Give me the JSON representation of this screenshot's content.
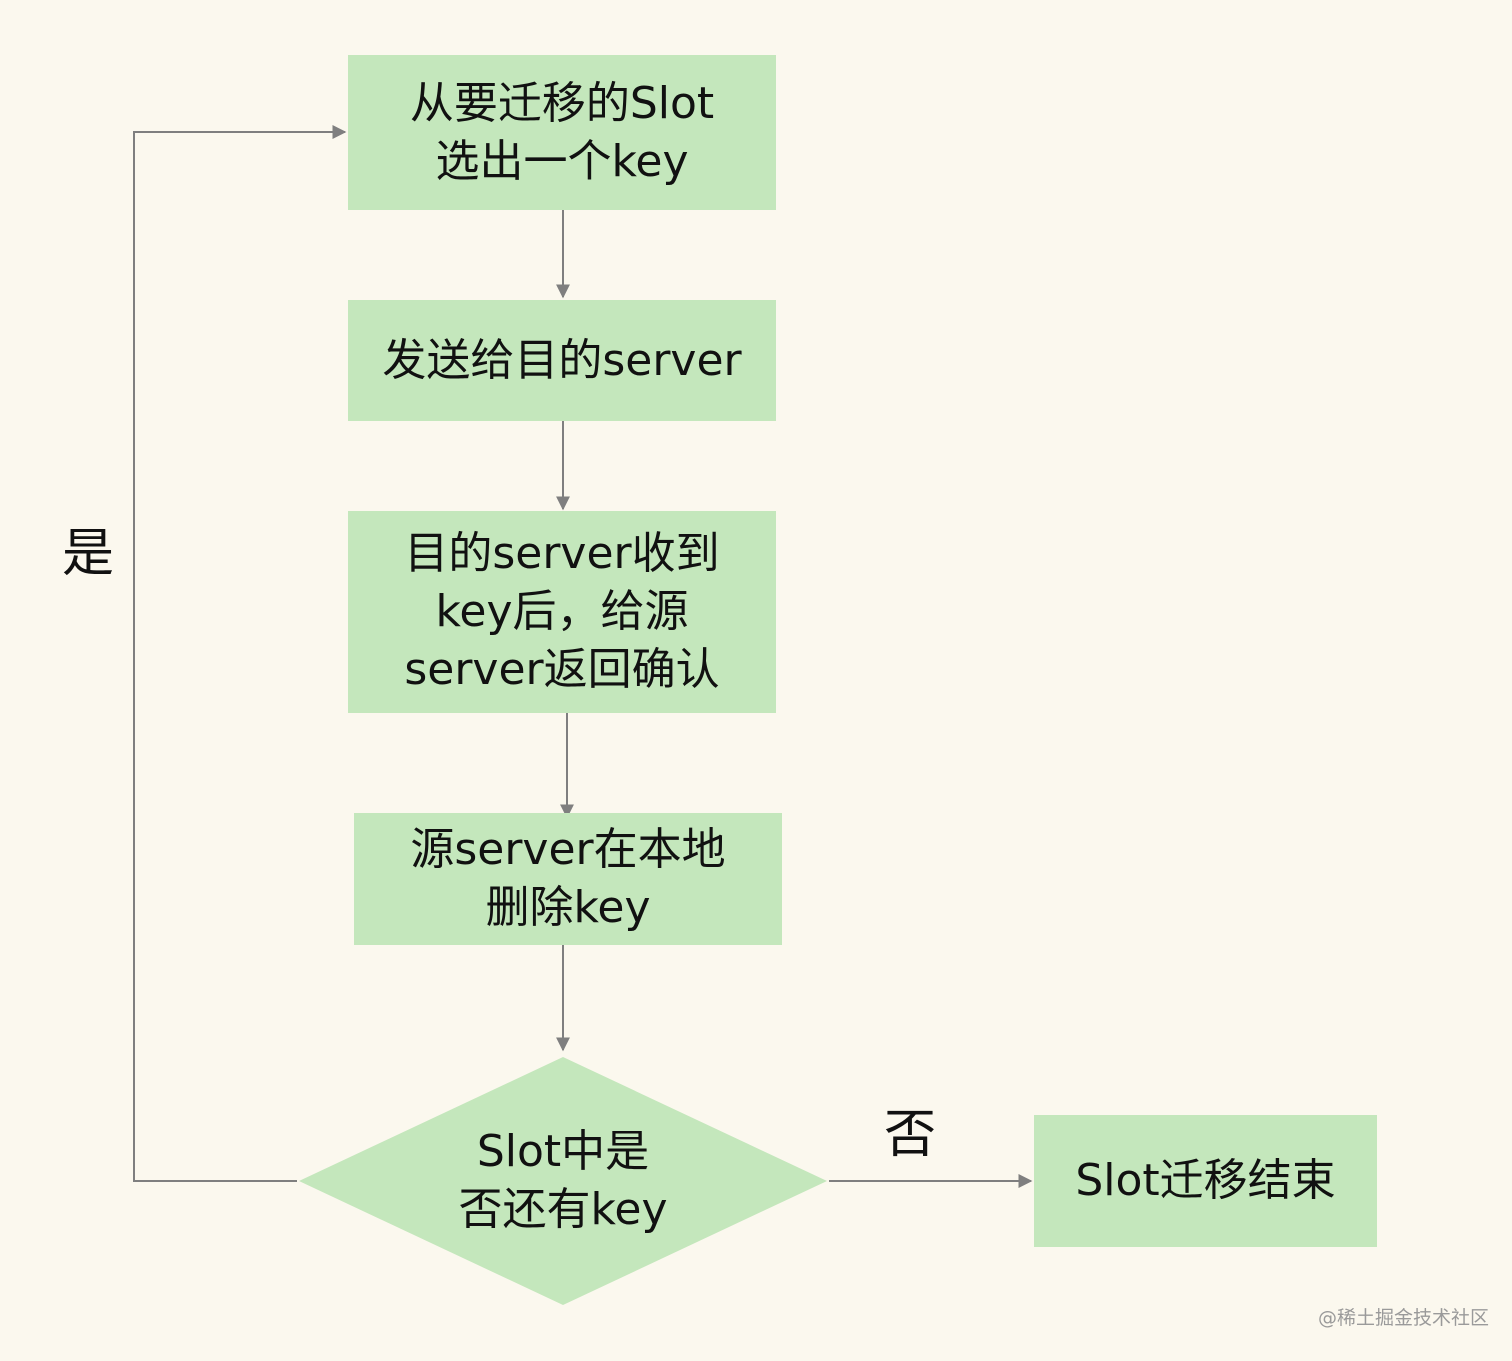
{
  "diagram": {
    "steps": {
      "select_key": "从要迁移的Slot\n选出一个key",
      "send_to_target": "发送给目的server",
      "target_ack": "目的server收到\nkey后，给源\nserver返回确认",
      "source_delete": "源server在本地\n删除key",
      "decision": "Slot中是\n否还有key",
      "end": "Slot迁移结束"
    },
    "edge_labels": {
      "yes": "是",
      "no": "否"
    },
    "colors": {
      "node_fill": "#c4e7bc",
      "connector": "#7f7f7f",
      "background": "#fbf8ee"
    }
  },
  "watermark": "@稀土掘金技术社区"
}
